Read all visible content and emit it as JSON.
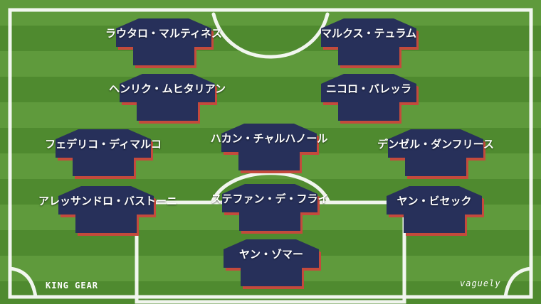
{
  "lineup": [
    {
      "id": "p1",
      "name": "ラウタロ・マルティネス"
    },
    {
      "id": "p2",
      "name": "マルクス・テュラム"
    },
    {
      "id": "p3",
      "name": "ヘンリク・ムヒタリアン"
    },
    {
      "id": "p4",
      "name": "ニコロ・バレッラ"
    },
    {
      "id": "p5",
      "name": "フェデリコ・ディマルコ"
    },
    {
      "id": "p6",
      "name": "ハカン・チャルハノール"
    },
    {
      "id": "p7",
      "name": "デンゼル・ダンフリース"
    },
    {
      "id": "p8",
      "name": "アレッサンドロ・バストーニ"
    },
    {
      "id": "p9",
      "name": "ステファン・デ・フライ"
    },
    {
      "id": "p10",
      "name": "ヤン・ビセック"
    },
    {
      "id": "p11",
      "name": "ヤン・ゾマー"
    }
  ],
  "branding": {
    "left": "KING GEAR",
    "right": "vaguely"
  },
  "colors": {
    "pitch_light": "#5f9a3c",
    "pitch_dark": "#4f8a2f",
    "shirt": "#27305a",
    "shirt_shadow": "#c44a3c",
    "lines": "#ffffff"
  }
}
